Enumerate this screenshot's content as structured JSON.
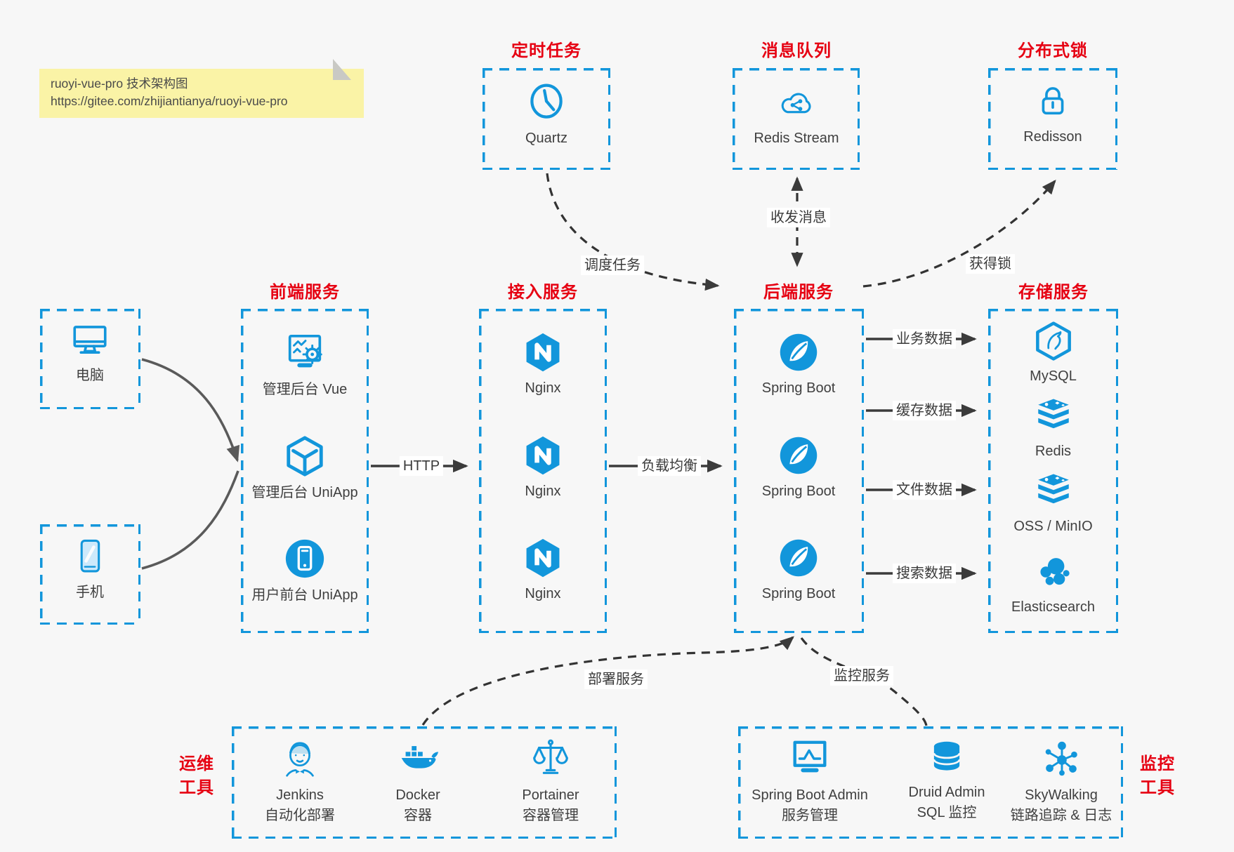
{
  "note": {
    "line1": "ruoyi-vue-pro 技术架构图",
    "line2": "https://gitee.com/zhijiantianya/ruoyi-vue-pro"
  },
  "sections": {
    "scheduler": {
      "title": "定时任务",
      "item": {
        "label": "Quartz",
        "icon": "clock-icon"
      }
    },
    "mq": {
      "title": "消息队列",
      "item": {
        "label": "Redis Stream",
        "icon": "cloud-stream-icon"
      }
    },
    "lock": {
      "title": "分布式锁",
      "item": {
        "label": "Redisson",
        "icon": "padlock-icon"
      }
    },
    "clients": {
      "computer": {
        "label": "电脑",
        "icon": "desktop-icon"
      },
      "phone": {
        "label": "手机",
        "icon": "smartphone-icon"
      }
    },
    "frontend": {
      "title": "前端服务",
      "items": [
        {
          "label": "管理后台 Vue",
          "icon": "admin-vue-icon"
        },
        {
          "label": "管理后台 UniApp",
          "icon": "uniapp-cube-icon"
        },
        {
          "label": "用户前台 UniApp",
          "icon": "user-uniapp-icon"
        }
      ]
    },
    "access": {
      "title": "接入服务",
      "items": [
        {
          "label": "Nginx",
          "icon": "nginx-icon"
        },
        {
          "label": "Nginx",
          "icon": "nginx-icon"
        },
        {
          "label": "Nginx",
          "icon": "nginx-icon"
        }
      ]
    },
    "backend": {
      "title": "后端服务",
      "items": [
        {
          "label": "Spring Boot",
          "icon": "spring-boot-icon"
        },
        {
          "label": "Spring Boot",
          "icon": "spring-boot-icon"
        },
        {
          "label": "Spring Boot",
          "icon": "spring-boot-icon"
        }
      ]
    },
    "storage": {
      "title": "存储服务",
      "items": [
        {
          "label": "MySQL",
          "icon": "mysql-icon"
        },
        {
          "label": "Redis",
          "icon": "redis-stack-icon"
        },
        {
          "label": "OSS / MinIO",
          "icon": "oss-stack-icon"
        },
        {
          "label": "Elasticsearch",
          "icon": "elasticsearch-icon"
        }
      ]
    },
    "ops": {
      "title_lines": [
        "运维",
        "工具"
      ],
      "items": [
        {
          "label": "Jenkins",
          "sublabel": "自动化部署",
          "icon": "jenkins-icon"
        },
        {
          "label": "Docker",
          "sublabel": "容器",
          "icon": "docker-icon"
        },
        {
          "label": "Portainer",
          "sublabel": "容器管理",
          "icon": "portainer-icon"
        }
      ]
    },
    "monitoring": {
      "title_lines": [
        "监控",
        "工具"
      ],
      "items": [
        {
          "label": "Spring Boot Admin",
          "sublabel": "服务管理",
          "icon": "spring-boot-admin-icon"
        },
        {
          "label": "Druid Admin",
          "sublabel": "SQL 监控",
          "icon": "druid-db-icon"
        },
        {
          "label": "SkyWalking",
          "sublabel": "链路追踪 & 日志",
          "icon": "skywalking-icon"
        }
      ]
    }
  },
  "edges": {
    "http": "HTTP",
    "load_balance": "负载均衡",
    "schedule_task": "调度任务",
    "send_receive_message": "收发消息",
    "acquire_lock": "获得锁",
    "business_data": "业务数据",
    "cache_data": "缓存数据",
    "file_data": "文件数据",
    "search_data": "搜索数据",
    "deploy_service": "部署服务",
    "monitor_service": "监控服务"
  },
  "colors": {
    "accent_blue": "#1296db",
    "title_red": "#e60012",
    "note_yellow": "#faf3a6",
    "arrow_dark": "#3b3b3b",
    "client_curve_gray": "#5a5a5a",
    "background": "#f7f7f7"
  }
}
